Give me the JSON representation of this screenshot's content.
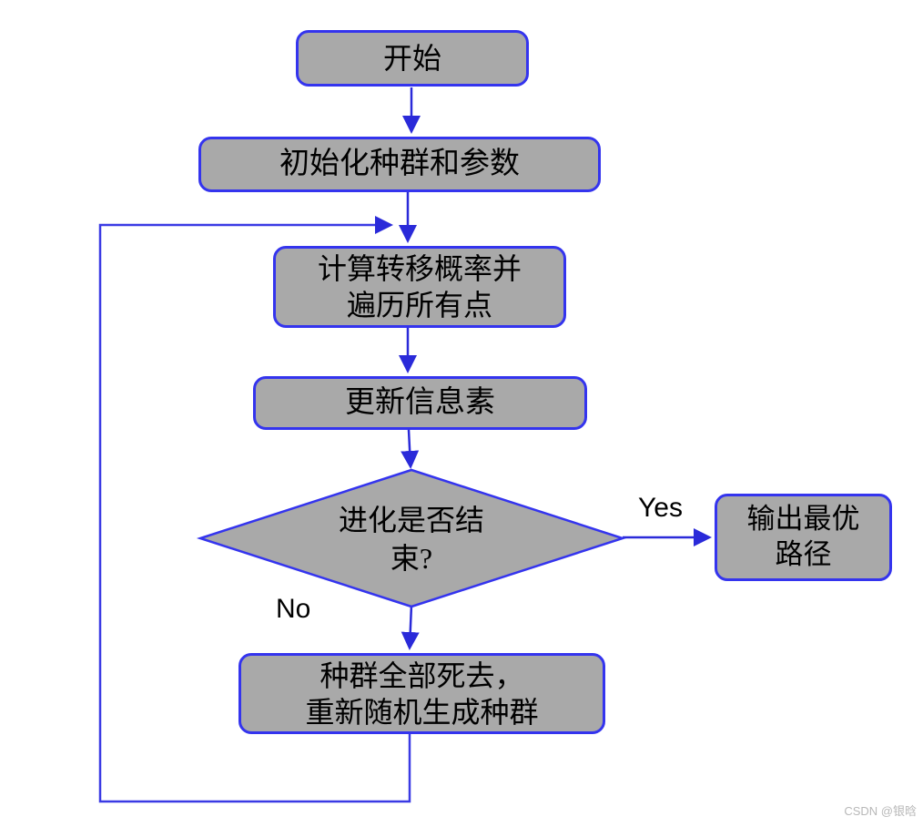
{
  "flowchart": {
    "title": "ant-colony-evolution-flowchart",
    "nodes": {
      "start": {
        "label": "开始"
      },
      "init": {
        "label": "初始化种群和参数"
      },
      "compute": {
        "label": "计算转移概率并\n遍历所有点"
      },
      "update": {
        "label": "更新信息素"
      },
      "decision": {
        "label": "进化是否结\n束?"
      },
      "output": {
        "label": "输出最优\n路径"
      },
      "regen": {
        "label": "种群全部死去，\n重新随机生成种群"
      }
    },
    "edge_labels": {
      "yes": "Yes",
      "no": "No"
    },
    "colors": {
      "node_fill": "#a9a9a9",
      "node_border": "#3434ee",
      "arrow": "#2a2ad9",
      "text": "#000000",
      "watermark_text": "#b8b8b8"
    }
  },
  "watermark": {
    "text": "CSDN @银晗"
  }
}
